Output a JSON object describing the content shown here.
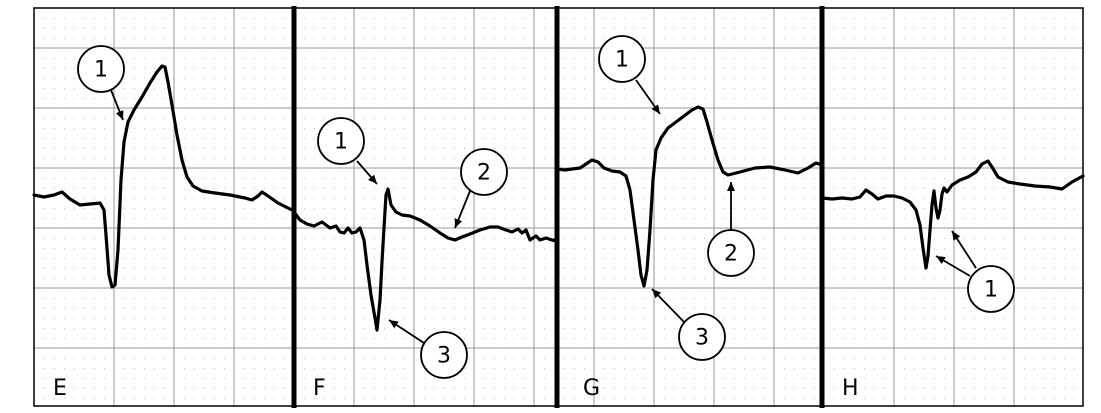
{
  "colors": {
    "grid_major": "#9a9a9a",
    "grid_minor": "#8a8a8a",
    "trace": "#000000",
    "frame": "#000000",
    "background": "#ffffff"
  },
  "panels": [
    {
      "label": "E",
      "callouts": [
        {
          "number": "1"
        }
      ]
    },
    {
      "label": "F",
      "callouts": [
        {
          "number": "1"
        },
        {
          "number": "2"
        },
        {
          "number": "3"
        }
      ]
    },
    {
      "label": "G",
      "callouts": [
        {
          "number": "1"
        },
        {
          "number": "2"
        },
        {
          "number": "3"
        }
      ]
    },
    {
      "label": "H",
      "callouts": [
        {
          "number": "1"
        }
      ]
    }
  ]
}
